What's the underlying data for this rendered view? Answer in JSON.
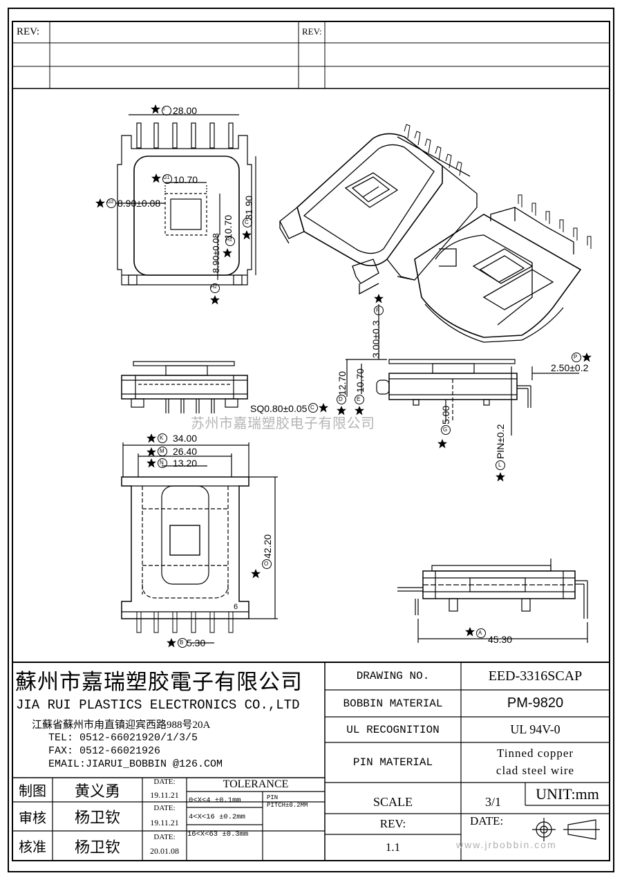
{
  "rev_table": {
    "left_label": "REV:",
    "right_label": "REV:"
  },
  "dimensions": {
    "top_view": {
      "i": "28.00",
      "g1": "10.70",
      "g2": "8.90±0.08",
      "h1": "10.70",
      "h2": "8.90±0.08",
      "c": "31.90"
    },
    "side_view": {
      "f": "3.00±0.3",
      "p": "2.50±0.2",
      "sq": "SQ0.80±0.05",
      "d": "12.70",
      "e": "10.70",
      "g": "5.00",
      "l": "PIN±0.2"
    },
    "bottom_view": {
      "k": "34.00",
      "m": "26.40",
      "n": "13.20",
      "o": "42.20",
      "b": "5.30",
      "pin_count": "6"
    },
    "end_view": {
      "a": "45.30"
    },
    "circle_letters": {
      "i": "I",
      "g1": "G1",
      "g2": "G2",
      "h1": "H1",
      "h2": "H2",
      "c": "C",
      "f": "F",
      "p": "P",
      "sq": "C",
      "d": "D",
      "e": "E",
      "g": "G",
      "l": "L",
      "k": "K",
      "m": "M",
      "n": "N",
      "o": "O",
      "b": "B",
      "a": "A"
    }
  },
  "watermark": "苏州市嘉瑞塑胶电子有限公司",
  "title_block": {
    "company_cn": "蘇州市嘉瑞塑胶電子有限公司",
    "company_en": "JIA RUI PLASTICS ELECTRONICS CO.,LTD",
    "address": "江蘇省蘇州市甪直镇迎宾西路988号20A",
    "tel": "TEL: 0512-66021920/1/3/5",
    "fax": "FAX: 0512-66021926",
    "email": "EMAIL:JIARUI_BOBBIN @126.COM",
    "drawing_no_label": "DRAWING  NO.",
    "drawing_no_value": "EED-3316SCAP",
    "bobbin_material_label": "BOBBIN  MATERIAL",
    "bobbin_material_value": "PM-9820",
    "ul_label": "UL RECOGNITION",
    "ul_value": "UL 94V-0",
    "pin_material_label": "PIN MATERIAL",
    "pin_material_value_1": "Tinned copper",
    "pin_material_value_2": "clad steel wire",
    "scale_label": "SCALE",
    "scale_value": "3/1",
    "unit": "UNIT:mm",
    "rev_label": "REV:",
    "rev_value": "1.1",
    "date_label": "DATE:",
    "tolerance_title": "TOLERANCE",
    "tolerances": [
      "0<X<4  ±0.1mm",
      "4<X<16 ±0.2mm",
      "16<X<63 ±0.3mm"
    ],
    "pin_pitch_1": "PIN",
    "pin_pitch_2": "PITCH±0.2MM",
    "sign_rows": [
      {
        "role": "制图",
        "name": "黄义勇",
        "date_label": "DATE:",
        "date": "19.11.21"
      },
      {
        "role": "审核",
        "name": "杨卫钦",
        "date_label": "DATE:",
        "date": "19.11.21"
      },
      {
        "role": "核准",
        "name": "杨卫钦",
        "date_label": "DATE:",
        "date": "20.01.08"
      }
    ],
    "website": "www.jrbobbin.com"
  }
}
